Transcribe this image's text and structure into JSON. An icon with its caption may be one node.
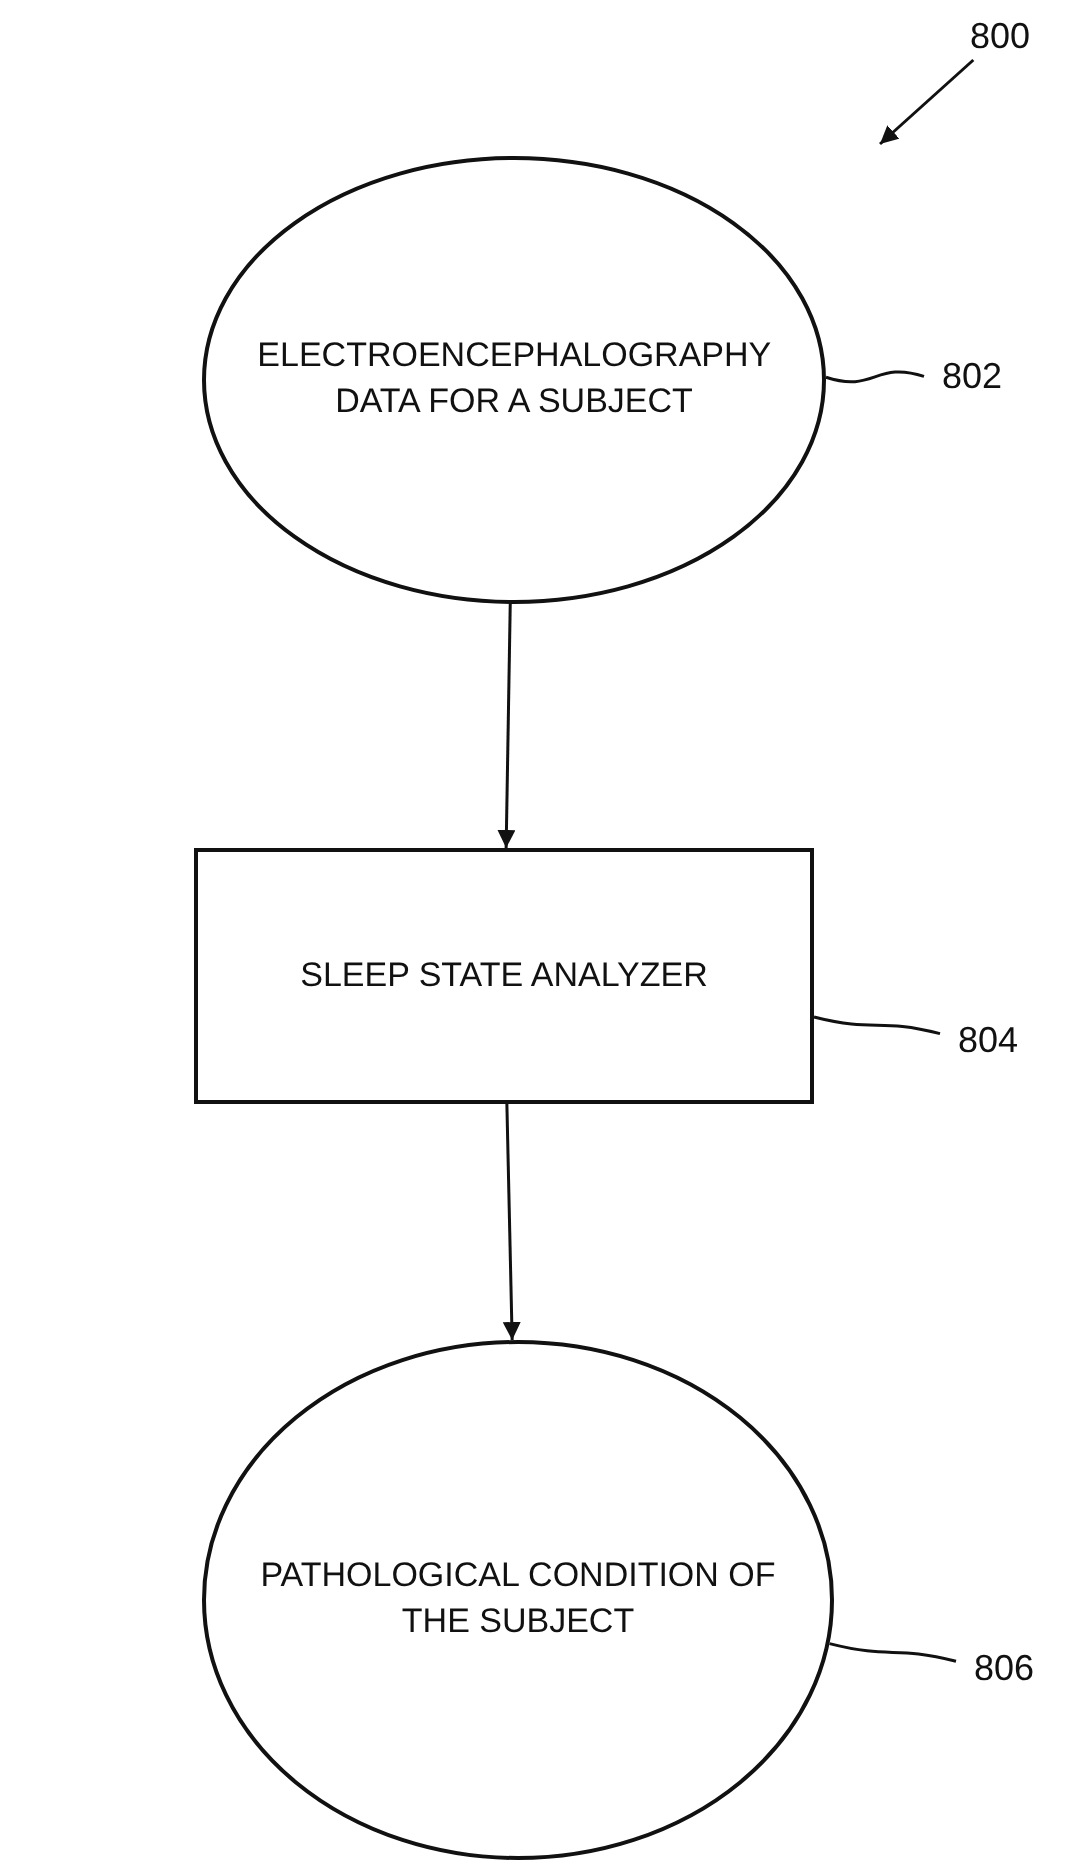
{
  "diagram": {
    "nodes": [
      {
        "text": [
          "800"
        ]
      },
      {
        "text": [
          "ELECTROENCEPHALOGRAPHY DATA FOR A SUBJECT"
        ]
      },
      {
        "text": [
          "802"
        ]
      },
      {
        "text": [
          "SLEEP STATE ANALYZER"
        ]
      },
      {
        "text": [
          "804"
        ]
      },
      {
        "text": [
          "PATHOLOGICAL CONDITION OF THE SUBJECT"
        ]
      },
      {
        "text": [
          "806"
        ]
      }
    ],
    "edges": [
      {
        "from": 1,
        "to": 3,
        "arrow": "to"
      },
      {
        "from": 3,
        "to": 5,
        "arrow": "to"
      },
      {
        "from": 2,
        "to": 1,
        "arrow": "none"
      },
      {
        "from": 4,
        "to": 3,
        "arrow": "none"
      },
      {
        "from": 6,
        "to": 5,
        "arrow": "none"
      },
      {
        "from": 0,
        "to": null,
        "arrow": "to"
      }
    ]
  }
}
